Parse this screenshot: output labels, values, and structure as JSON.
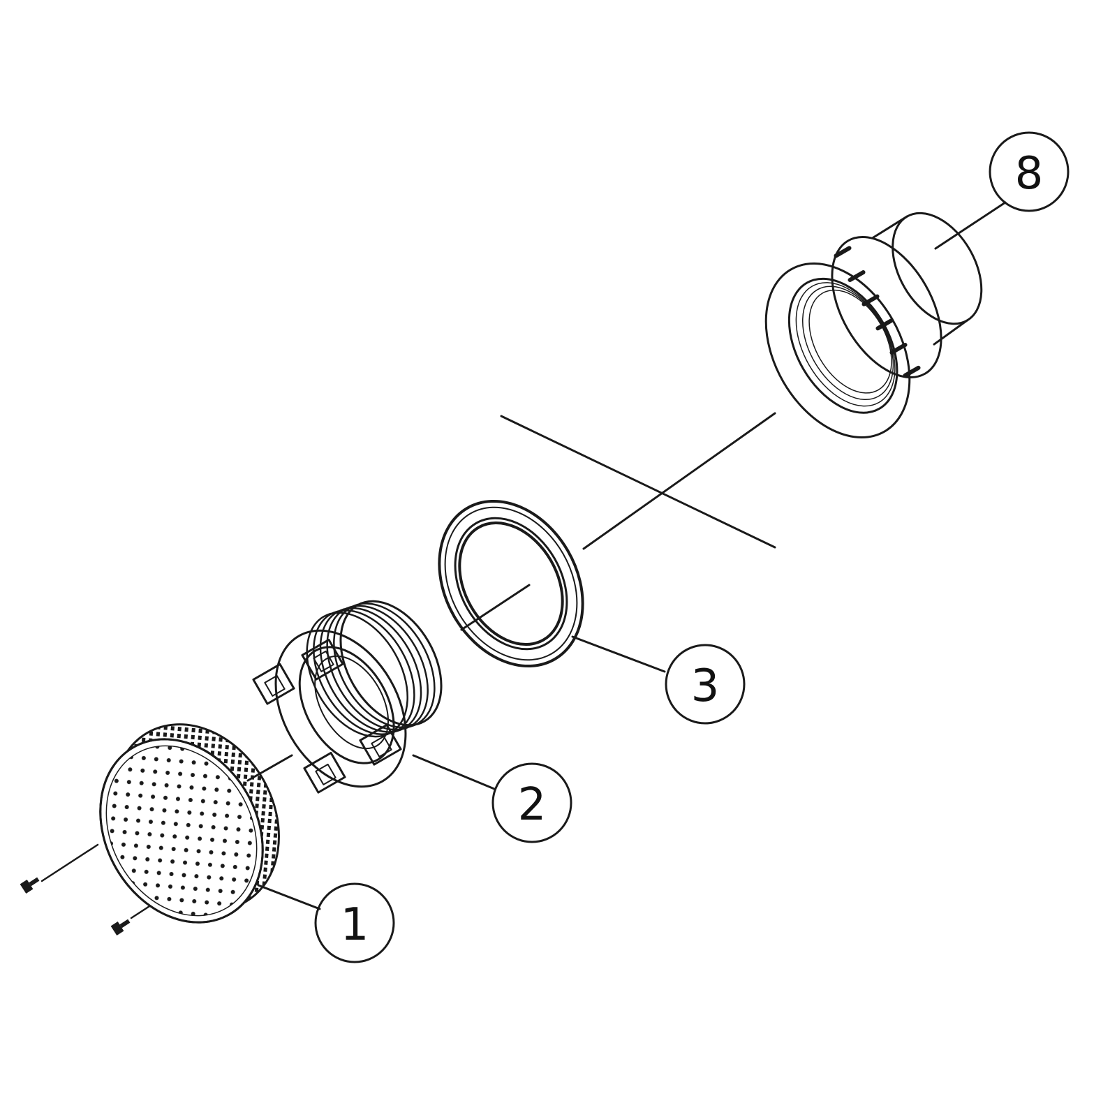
{
  "diagram": {
    "type": "exploded-parts-view",
    "colors": {
      "ink": "#1a1a1a",
      "background": "#ffffff"
    },
    "callouts": [
      {
        "id": "1",
        "label": "1",
        "part": "perforated-grate-cover"
      },
      {
        "id": "2",
        "label": "2",
        "part": "threaded-retainer-ring"
      },
      {
        "id": "3",
        "label": "3",
        "part": "gasket-ring"
      },
      {
        "id": "8",
        "label": "8",
        "part": "threaded-wall-fitting-body"
      }
    ]
  }
}
